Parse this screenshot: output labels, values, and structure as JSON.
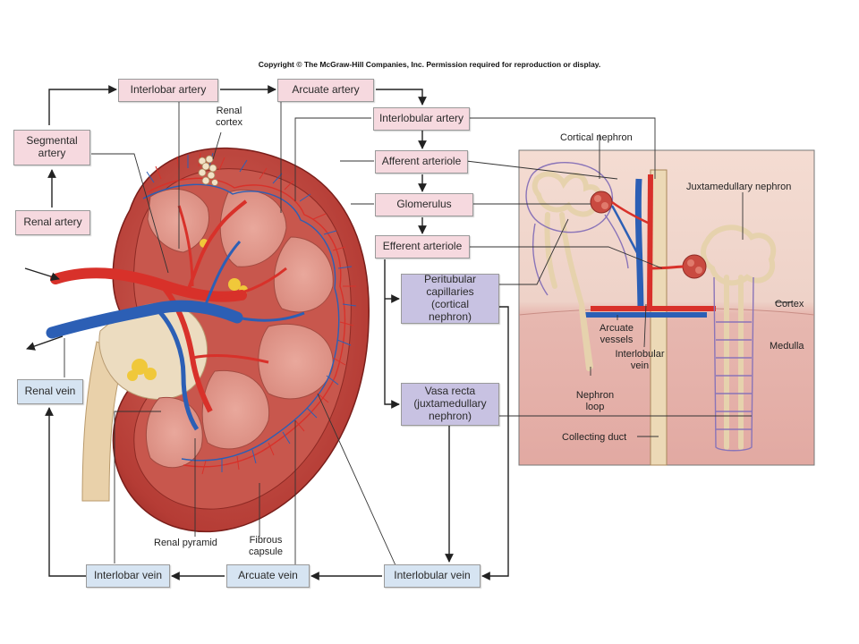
{
  "copyright": "Copyright © The McGraw-Hill Companies, Inc. Permission required for reproduction or display.",
  "flow_boxes": {
    "renal_artery": "Renal artery",
    "segmental_artery": "Segmental artery",
    "interlobar_artery": "Interlobar artery",
    "arcuate_artery": "Arcuate artery",
    "interlobular_artery": "Interlobular artery",
    "afferent_arteriole": "Afferent arteriole",
    "glomerulus": "Glomerulus",
    "efferent_arteriole": "Efferent arteriole",
    "peritubular_capillaries": "Peritubular capillaries (cortical nephron)",
    "vasa_recta": "Vasa recta (juxtamedullary nephron)",
    "interlobular_vein": "Interlobular vein",
    "arcuate_vein": "Arcuate vein",
    "interlobar_vein": "Interlobar vein",
    "renal_vein": "Renal vein"
  },
  "kidney_labels": {
    "renal_cortex": "Renal cortex",
    "renal_pyramid": "Renal pyramid",
    "fibrous_capsule": "Fibrous capsule"
  },
  "inset_labels": {
    "cortical_nephron": "Cortical nephron",
    "juxtamedullary_nephron": "Juxtamedullary nephron",
    "cortex": "Cortex",
    "medulla": "Medulla",
    "arcuate_vessels": "Arcuate vessels",
    "interlobular_vein": "Interlobular vein",
    "nephron_loop": "Nephron loop",
    "collecting_duct": "Collecting duct"
  },
  "colors": {
    "artery_box": "#f6d9df",
    "vein_box": "#d6e4f2",
    "capillary_box": "#c8c2e2",
    "artery": "#d8312a",
    "vein": "#2c5fb5",
    "kidney": "#b83a36"
  }
}
